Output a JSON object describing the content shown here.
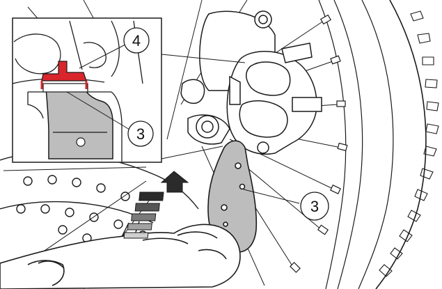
{
  "callouts": {
    "inset_top": "4",
    "inset_bottom": "3",
    "main": "3"
  },
  "colors": {
    "line": "#1a1a1a",
    "pad_fill": "#bdbdbd",
    "clip_highlight": "#d9262c",
    "arrow_dark": "#2b2b2b",
    "background": "#ffffff"
  }
}
